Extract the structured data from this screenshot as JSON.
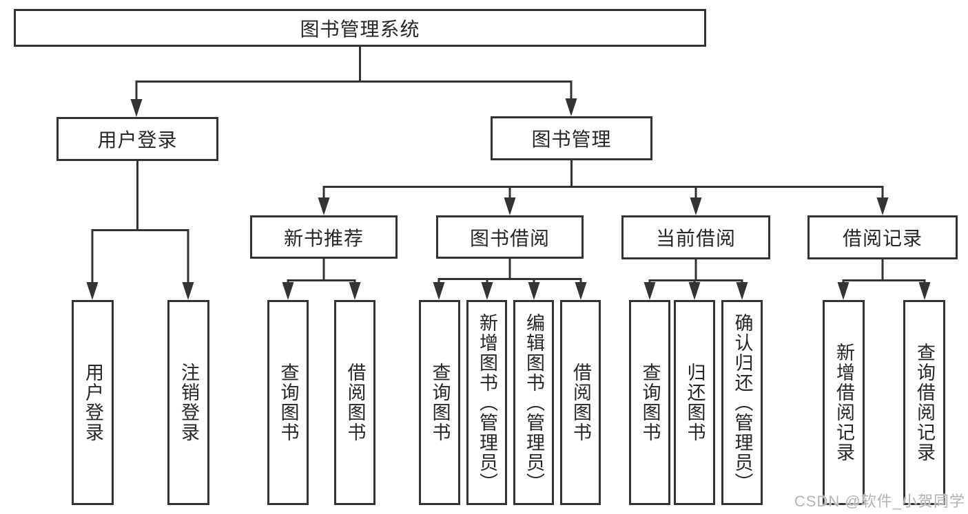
{
  "colors": {
    "line": "#333333",
    "box_border": "#333333",
    "box_background": "#ffffff",
    "text": "#262626",
    "watermark_text": "#b3b3b3",
    "background": "#ffffff"
  },
  "watermark": {
    "text": "CSDN @软件_小贺同学"
  },
  "tree": {
    "root": {
      "label": "图书管理系统"
    },
    "branches": [
      {
        "label": "用户登录",
        "children": [
          {
            "label": "用户登录"
          },
          {
            "label": "注销登录"
          }
        ]
      },
      {
        "label": "图书管理",
        "children": [
          {
            "label": "新书推荐",
            "children": [
              {
                "label": "查询图书"
              },
              {
                "label": "借阅图书"
              }
            ]
          },
          {
            "label": "图书借阅",
            "children": [
              {
                "label": "查询图书"
              },
              {
                "label": "新增图书（管理员）"
              },
              {
                "label": "编辑图书（管理员）"
              },
              {
                "label": "借阅图书"
              }
            ]
          },
          {
            "label": "当前借阅",
            "children": [
              {
                "label": "查询图书"
              },
              {
                "label": "归还图书"
              },
              {
                "label": "确认归还（管理员）"
              }
            ]
          },
          {
            "label": "借阅记录",
            "children": [
              {
                "label": "新增借阅记录"
              },
              {
                "label": "查询借阅记录"
              }
            ]
          }
        ]
      }
    ]
  }
}
